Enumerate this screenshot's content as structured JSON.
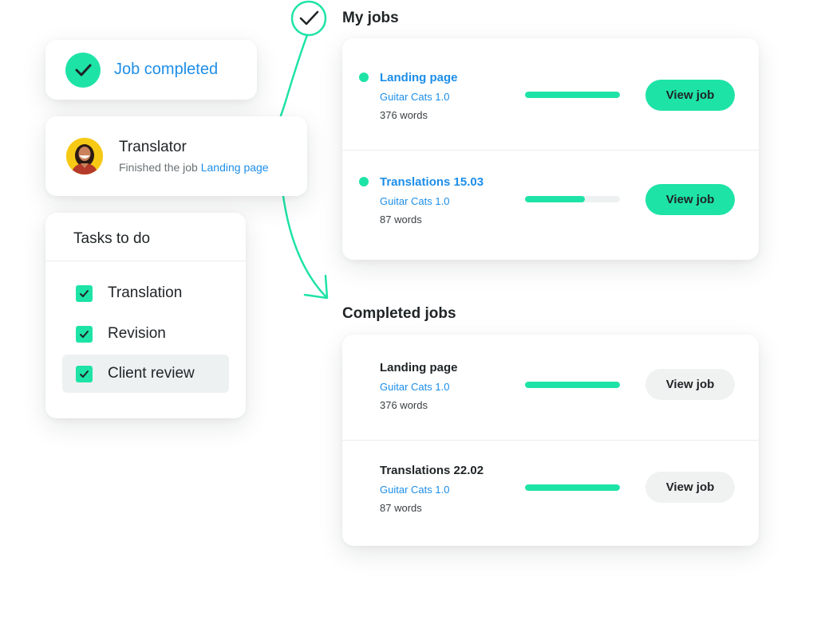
{
  "notifications": {
    "completed": {
      "text": "Job completed"
    },
    "translator": {
      "title": "Translator",
      "message_prefix": "Finished the job ",
      "message_link": "Landing page"
    }
  },
  "tasks": {
    "title": "Tasks to do",
    "items": [
      {
        "label": "Translation",
        "checked": true
      },
      {
        "label": "Revision",
        "checked": true
      },
      {
        "label": "Client review",
        "checked": true,
        "highlighted": true
      }
    ]
  },
  "my_jobs": {
    "title": "My jobs",
    "rows": [
      {
        "name": "Landing page",
        "project": "Guitar Cats 1.0",
        "words": "376 words",
        "progress": 1.0,
        "button": "View job"
      },
      {
        "name": "Translations 15.03",
        "project": "Guitar Cats 1.0",
        "words": "87 words",
        "progress": 0.63,
        "button": "View job"
      }
    ]
  },
  "completed_jobs": {
    "title": "Completed jobs",
    "rows": [
      {
        "name": "Landing page",
        "project": "Guitar Cats 1.0",
        "words": "376 words",
        "progress": 1.0,
        "button": "View job"
      },
      {
        "name": "Translations 22.02",
        "project": "Guitar Cats 1.0",
        "words": "87 words",
        "progress": 1.0,
        "button": "View job"
      }
    ]
  },
  "colors": {
    "accent": "#1ee3a6",
    "link": "#1d8ee8",
    "text": "#1f2426",
    "muted_button": "#f0f1f1"
  },
  "icons": {
    "completed": "check-icon",
    "flow_start": "check-circle-icon",
    "flow_arrow": "curved-arrow-icon",
    "avatar": "avatar-image",
    "task": "checkbox-icon",
    "status": "status-dot-icon"
  }
}
